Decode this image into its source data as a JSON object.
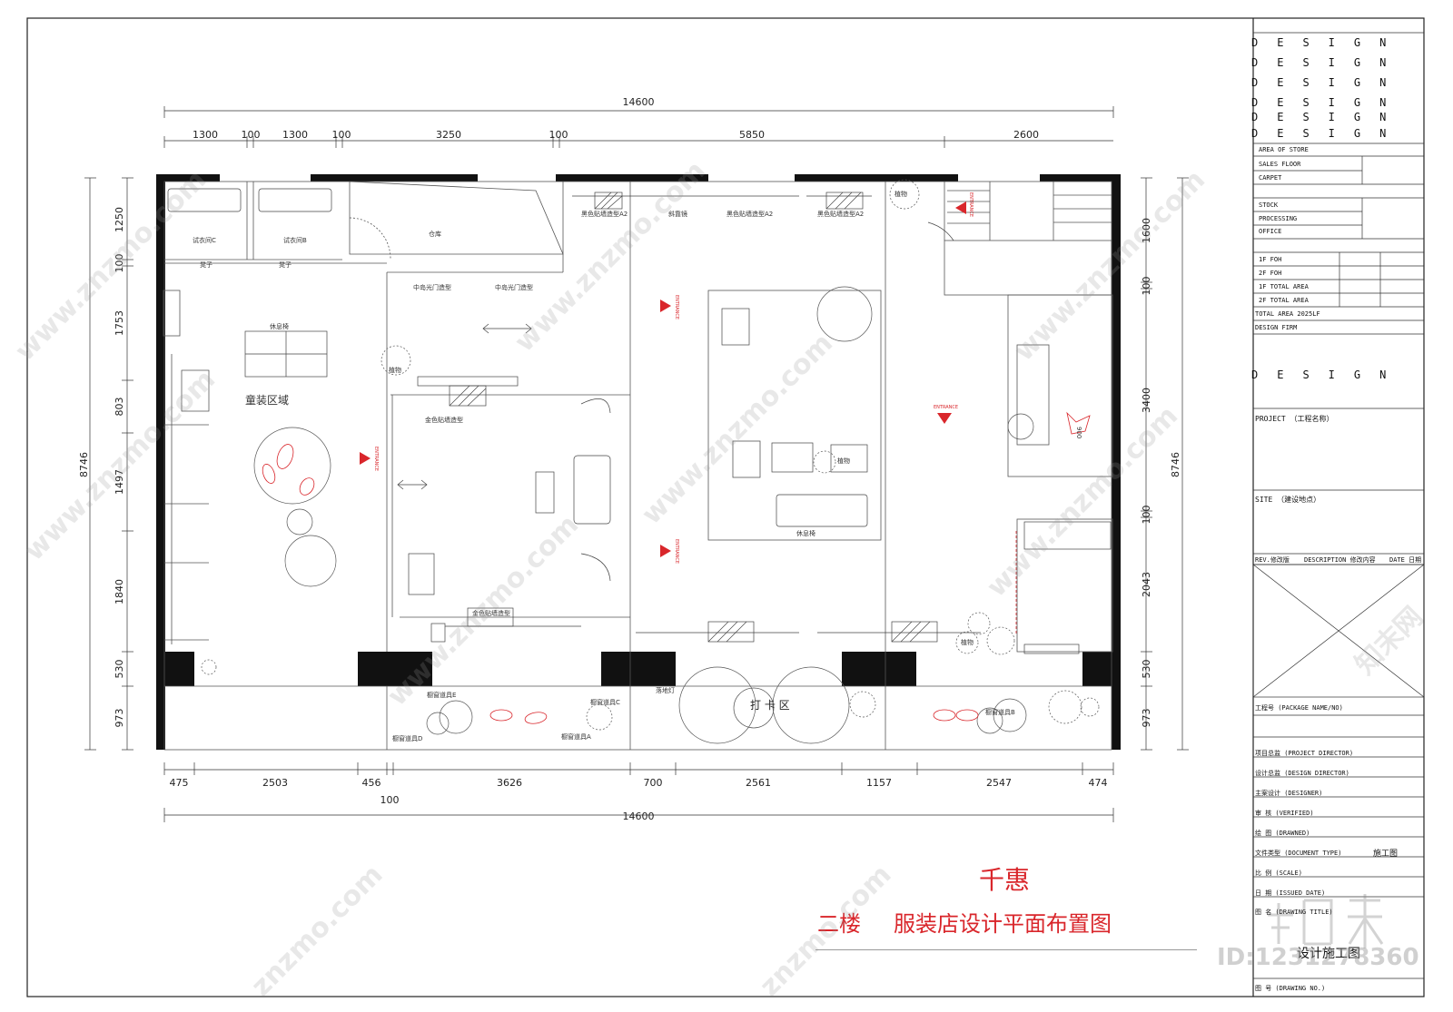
{
  "caption": {
    "brand": "千惠",
    "floor": "二楼",
    "title": "服装店设计平面布置图"
  },
  "dims": {
    "top_total": "14600",
    "top": [
      "1300",
      "100",
      "1300",
      "100",
      "3250",
      "100",
      "5850",
      "2600"
    ],
    "bottom": [
      "475",
      "2503",
      "456",
      "3626",
      "700",
      "2561",
      "1157",
      "2547",
      "474"
    ],
    "bottom_small": "100",
    "bottom_total": "14600",
    "left": [
      "1250",
      "100",
      "1753",
      "803",
      "1497",
      "1840",
      "530",
      "973"
    ],
    "left_total": "8746",
    "right": [
      "1600",
      "100",
      "3400",
      "100",
      "2043",
      "530",
      "973"
    ],
    "right_total": "8746"
  },
  "rooms": {
    "fitting_c": "试衣间C",
    "fitting_b": "试衣间B",
    "stool": "凳子",
    "warehouse": "仓库",
    "rest_bench": "休息椅",
    "kids_area": "童装区域",
    "photo_zone": "打  卡  区",
    "entrance": "ENTRANCE",
    "plant": "植物",
    "mid_island_rack": "中岛光门造型",
    "gold_rack": "金色贴墙造型",
    "black_rack_a2": "黑色贴墙造型A2",
    "mirror": "斜靠镜",
    "window_prop_a": "橱窗道具A",
    "window_prop_b": "橱窗道具B",
    "window_prop_c": "橱窗道具C",
    "window_prop_d": "橱窗道具D",
    "window_prop_e": "橱窗道具E",
    "lamp": "落地灯",
    "measure_900": "900"
  },
  "title_block": {
    "design_lines": [
      "DESIGN",
      "DESIGN",
      "DESIGN",
      "DESIGN",
      "DESIGN",
      "DESIGN"
    ],
    "area_of_store": "AREA OF STORE",
    "sales_floor": "SALES FLOOR",
    "carpet": "CARPET",
    "stock": "STOCK",
    "processing": "PROCESSING",
    "office": "OFFICE",
    "foh_1f": "1F FOH",
    "foh_2f": "2F FOH",
    "total_1f": "1F TOTAL AREA",
    "total_2f": "2F TOTAL AREA",
    "total_area": "TOTAL AREA 2025LF",
    "design_firm": "DESIGN FIRM",
    "firm_name": "DESIGN",
    "project": "PROJECT （工程名称）",
    "site": "SITE  （建设地点）",
    "rev": "REV.修改版",
    "description": "DESCRIPTION  修改内容",
    "date": "DATE 日期",
    "package_no": "工程号 (PACKAGE NAME/NO)",
    "project_director": "项目总监 (PROJECT DIRECTOR)",
    "design_director": "设计总监 (DESIGN DIRECTOR)",
    "designer": "主案设计 (DESIGNER)",
    "verified": "审    核 (VERIFIED)",
    "drawn": "绘    图 (DRAWNED)",
    "document_type": "文件类型 (DOCUMENT TYPE)",
    "document_type_value": "施工图",
    "scale": "比    例 (SCALE)",
    "issued_date": "日    期 (ISSUED DATE)",
    "drawing_title": "图    名 (DRAWING TITLE)",
    "drawing_title_value": "设计施工图",
    "drawing_no": "图    号 (DRAWING NO.)"
  },
  "watermarks": {
    "site": "znzmo.com",
    "site_full": "www.znzmo.com",
    "brand_cn": "知末网",
    "logo": "知末",
    "id": "ID:1231278360"
  }
}
